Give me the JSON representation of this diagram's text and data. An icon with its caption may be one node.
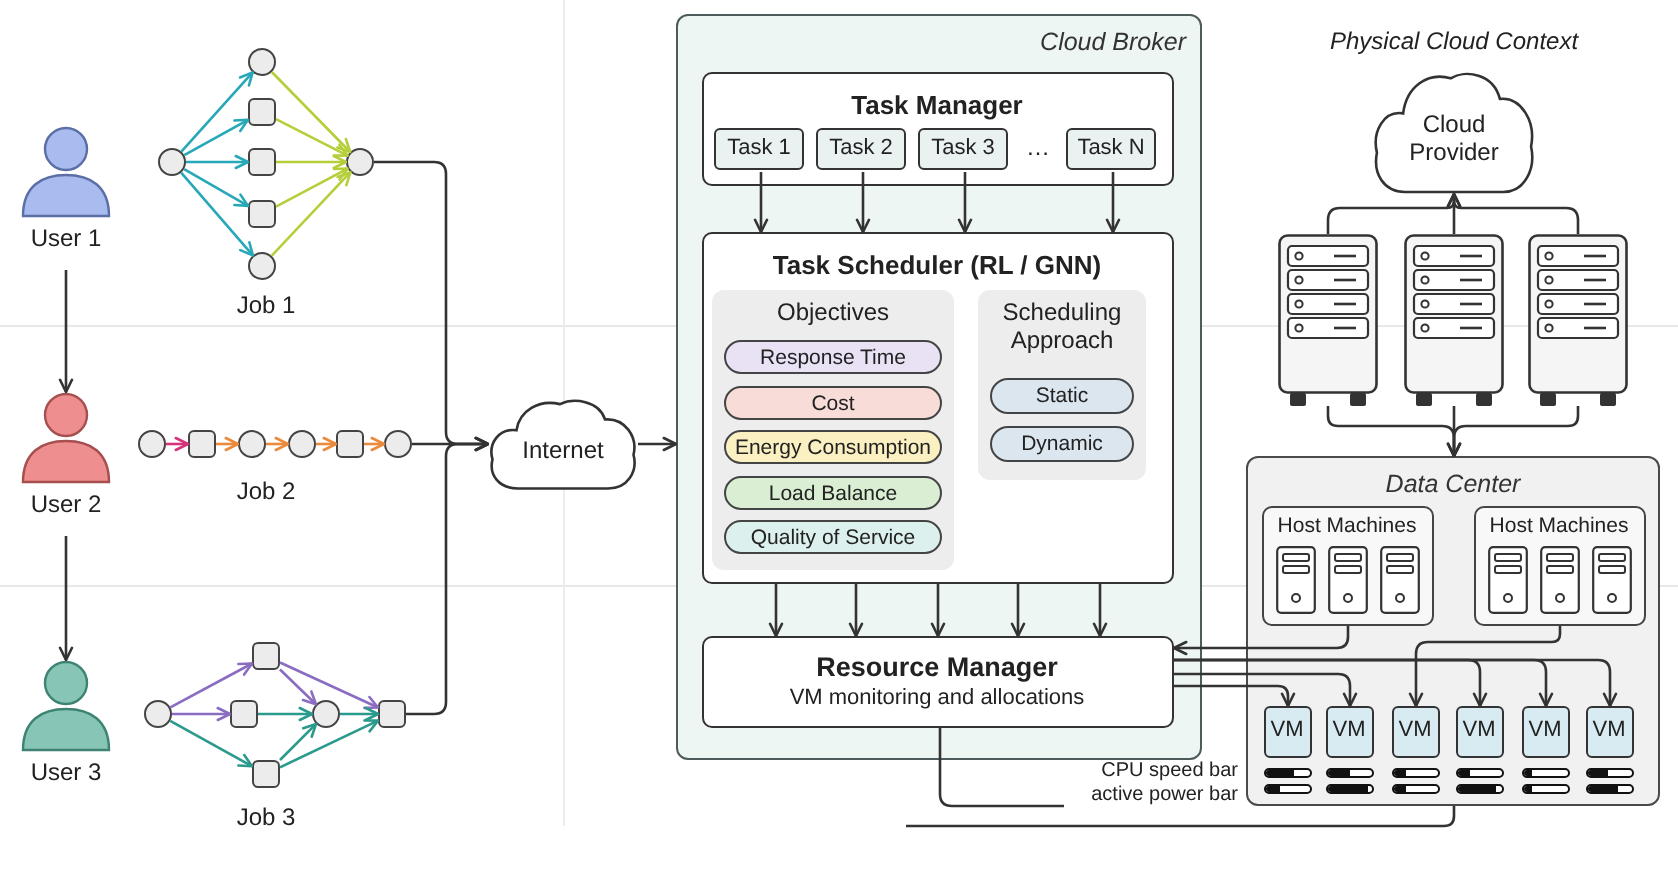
{
  "diagram": {
    "nodes": [
      {
        "text": [
          "User 1"
        ]
      },
      {
        "text": [
          "User 2"
        ]
      },
      {
        "text": [
          "User 3"
        ]
      },
      {
        "text": [],
        "shape": "circle"
      },
      {
        "text": [],
        "shape": "circle"
      },
      {
        "text": [],
        "shape": "box"
      },
      {
        "text": [],
        "shape": "box"
      },
      {
        "text": [],
        "shape": "box"
      },
      {
        "text": [],
        "shape": "circle"
      },
      {
        "text": [],
        "shape": "circle"
      },
      {
        "text": [],
        "shape": "circle"
      },
      {
        "text": [],
        "shape": "box"
      },
      {
        "text": [],
        "shape": "circle"
      },
      {
        "text": [],
        "shape": "circle"
      },
      {
        "text": [],
        "shape": "box"
      },
      {
        "text": [],
        "shape": "circle"
      },
      {
        "text": [],
        "shape": "circle"
      },
      {
        "text": [],
        "shape": "box"
      },
      {
        "text": [],
        "shape": "box"
      },
      {
        "text": [],
        "shape": "box"
      },
      {
        "text": [],
        "shape": "circle"
      },
      {
        "text": [],
        "shape": "box"
      },
      {
        "text": [
          "Internet"
        ]
      },
      {
        "text": [
          "Cloud Broker"
        ]
      },
      {
        "text": [
          "Task Manager"
        ],
        "in": 23
      },
      {
        "text": [
          "Task 1"
        ],
        "in": 24
      },
      {
        "text": [
          "Task 2"
        ],
        "in": 24
      },
      {
        "text": [
          "Task 3"
        ],
        "in": 24
      },
      {
        "text": [
          "Task N"
        ],
        "in": 24
      },
      {
        "text": [
          "Task Scheduler (RL / GNN)"
        ],
        "in": 23
      },
      {
        "text": [
          "Objectives"
        ],
        "in": 29
      },
      {
        "text": [
          "Response Time"
        ],
        "in": 30
      },
      {
        "text": [
          "Cost"
        ],
        "in": 30
      },
      {
        "text": [
          "Energy Consumption"
        ],
        "in": 30
      },
      {
        "text": [
          "Load Balance"
        ],
        "in": 30
      },
      {
        "text": [
          "Quality of Service"
        ],
        "in": 30
      },
      {
        "text": [
          "Scheduling Approach"
        ],
        "in": 29
      },
      {
        "text": [
          "Static"
        ],
        "in": 36
      },
      {
        "text": [
          "Dynamic"
        ],
        "in": 36
      },
      {
        "text": [
          "Resource Manager",
          "VM monitoring and allocations"
        ],
        "in": 23
      },
      {
        "text": [
          "Cloud Provider"
        ]
      },
      {
        "text": [],
        "shape": "server"
      },
      {
        "text": [],
        "shape": "server"
      },
      {
        "text": [],
        "shape": "server"
      },
      {
        "text": [
          "Data Center"
        ]
      },
      {
        "text": [
          "Host Machines"
        ],
        "in": 44
      },
      {
        "text": [
          "Host Machines"
        ],
        "in": 44
      },
      {
        "text": [
          "VM"
        ],
        "in": 44
      },
      {
        "text": [
          "VM"
        ],
        "in": 44
      },
      {
        "text": [
          "VM"
        ],
        "in": 44
      },
      {
        "text": [
          "VM"
        ],
        "in": 44
      },
      {
        "text": [
          "VM"
        ],
        "in": 44
      },
      {
        "text": [
          "VM"
        ],
        "in": 44
      }
    ],
    "edges": [
      {
        "from": 0,
        "to": 1,
        "arrow": "to"
      },
      {
        "from": 1,
        "to": 2,
        "arrow": "to"
      },
      {
        "from": 3,
        "to": 4,
        "arrow": "to",
        "color": "#27a8b8"
      },
      {
        "from": 3,
        "to": 5,
        "arrow": "to",
        "color": "#27a8b8"
      },
      {
        "from": 3,
        "to": 6,
        "arrow": "to",
        "color": "#27a8b8"
      },
      {
        "from": 3,
        "to": 7,
        "arrow": "to",
        "color": "#27a8b8"
      },
      {
        "from": 3,
        "to": 8,
        "arrow": "to",
        "color": "#27a8b8"
      },
      {
        "from": 4,
        "to": 9,
        "arrow": "to",
        "color": "#b5cf3a"
      },
      {
        "from": 5,
        "to": 9,
        "arrow": "to",
        "color": "#b5cf3a"
      },
      {
        "from": 6,
        "to": 9,
        "arrow": "to",
        "color": "#b5cf3a"
      },
      {
        "from": 7,
        "to": 9,
        "arrow": "to",
        "color": "#b5cf3a"
      },
      {
        "from": 8,
        "to": 9,
        "arrow": "to",
        "color": "#b5cf3a"
      },
      {
        "from": 10,
        "to": 11,
        "arrow": "to",
        "color": "#d6337a"
      },
      {
        "from": 11,
        "to": 12,
        "arrow": "to",
        "color": "#e98a3c"
      },
      {
        "from": 12,
        "to": 13,
        "arrow": "to",
        "color": "#e98a3c"
      },
      {
        "from": 13,
        "to": 14,
        "arrow": "to",
        "color": "#e98a3c"
      },
      {
        "from": 14,
        "to": 15,
        "arrow": "to",
        "color": "#e98a3c"
      },
      {
        "from": 16,
        "to": 17,
        "arrow": "to",
        "color": "#8a6cc2"
      },
      {
        "from": 16,
        "to": 18,
        "arrow": "to",
        "color": "#8a6cc2"
      },
      {
        "from": 16,
        "to": 19,
        "arrow": "to",
        "color": "#2a9a8c"
      },
      {
        "from": 17,
        "to": 20,
        "arrow": "to",
        "color": "#8a6cc2"
      },
      {
        "from": 17,
        "to": 21,
        "arrow": "to",
        "color": "#8a6cc2"
      },
      {
        "from": 18,
        "to": 20,
        "arrow": "to",
        "color": "#2a9a8c"
      },
      {
        "from": 19,
        "to": 20,
        "arrow": "to",
        "color": "#2a9a8c"
      },
      {
        "from": 19,
        "to": 21,
        "arrow": "to",
        "color": "#2a9a8c"
      },
      {
        "from": 20,
        "to": 21,
        "arrow": "to",
        "color": "#2a9a8c"
      },
      {
        "from": 9,
        "to": 22,
        "arrow": "to"
      },
      {
        "from": 15,
        "to": 22,
        "arrow": "to"
      },
      {
        "from": 21,
        "to": 22,
        "arrow": "to"
      },
      {
        "from": 22,
        "to": 23,
        "arrow": "to"
      },
      {
        "from": 25,
        "to": 29,
        "arrow": "to"
      },
      {
        "from": 26,
        "to": 29,
        "arrow": "to"
      },
      {
        "from": 27,
        "to": 29,
        "arrow": "to"
      },
      {
        "from": 28,
        "to": 29,
        "arrow": "to"
      },
      {
        "from": 29,
        "to": 39,
        "arrow": "to"
      },
      {
        "from": 29,
        "to": 39,
        "arrow": "to"
      },
      {
        "from": 29,
        "to": 39,
        "arrow": "to"
      },
      {
        "from": 29,
        "to": 39,
        "arrow": "to"
      },
      {
        "from": 29,
        "to": 39,
        "arrow": "to"
      },
      {
        "from": 41,
        "to": 40,
        "arrow": "to"
      },
      {
        "from": 42,
        "to": 40,
        "arrow": "to"
      },
      {
        "from": 43,
        "to": 40,
        "arrow": "to"
      },
      {
        "from": 41,
        "to": 44,
        "arrow": "to"
      },
      {
        "from": 42,
        "to": 44,
        "arrow": "to"
      },
      {
        "from": 43,
        "to": 44,
        "arrow": "to"
      },
      {
        "from": 39,
        "to": 47,
        "arrow": "to"
      },
      {
        "from": 39,
        "to": 48,
        "arrow": "to"
      },
      {
        "from": 39,
        "to": 50,
        "arrow": "to"
      },
      {
        "from": 39,
        "to": 51,
        "arrow": "to"
      },
      {
        "from": 39,
        "to": 52,
        "arrow": "to"
      },
      {
        "from": 46,
        "to": 49,
        "arrow": "to"
      },
      {
        "from": 45,
        "to": 39,
        "arrow": "to"
      },
      {
        "from": 39,
        "to": null,
        "arrow": "none"
      },
      {
        "from": null,
        "to": 44,
        "arrow": "none"
      }
    ],
    "labels": [
      "Job 1",
      "Job 2",
      "Job 3",
      "…",
      "Physical Cloud Context",
      "CPU speed bar",
      "active power bar"
    ]
  }
}
